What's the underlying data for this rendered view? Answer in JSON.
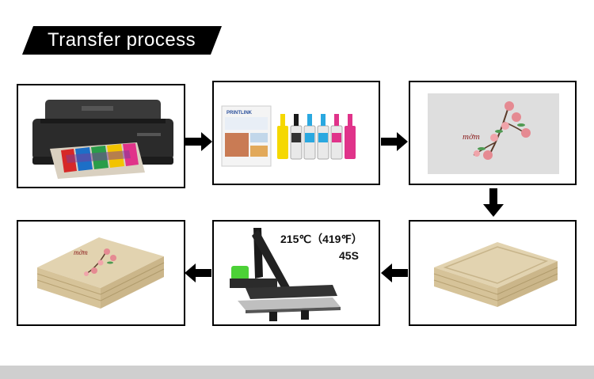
{
  "header": {
    "title": "Transfer process"
  },
  "steps": [
    {
      "id": 1,
      "icon": "printer-icon"
    },
    {
      "id": 2,
      "icon": "ink-and-paper-icon",
      "paper_brand": "PRINTLINK"
    },
    {
      "id": 3,
      "icon": "printed-design-icon",
      "design_text": "mờm"
    },
    {
      "id": 4,
      "icon": "blank-coaster-set-icon"
    },
    {
      "id": 5,
      "icon": "heat-press-icon",
      "temperature": "215℃（419℉）",
      "time": "45S"
    },
    {
      "id": 6,
      "icon": "finished-coaster-set-icon",
      "design_text": "mờm"
    }
  ],
  "colors": {
    "banner": "#000000",
    "ink": [
      "#f5d800",
      "#1a1a1a",
      "#2aa8e0",
      "#2aa8e0",
      "#e0338a",
      "#e0338a"
    ]
  }
}
